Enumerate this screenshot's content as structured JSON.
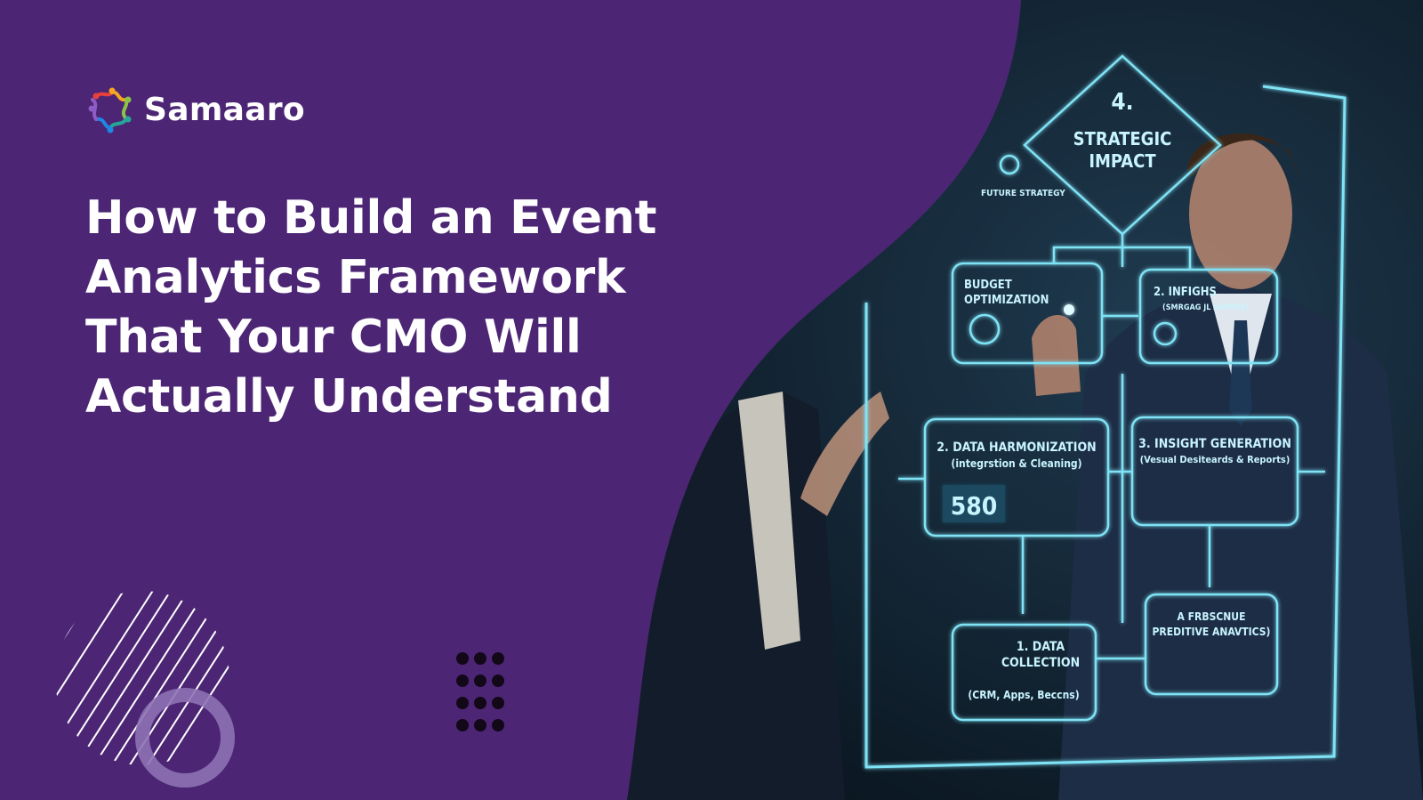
{
  "brand": {
    "name": "Samaaro",
    "logo_colors": [
      "#e8413c",
      "#f5a623",
      "#8bc34a",
      "#26a69a",
      "#1e88e5",
      "#8e5cc4"
    ]
  },
  "headline": {
    "lines": [
      "How to Build an Event",
      "Analytics Framework",
      "That Your CMO Will",
      "Actually Understand"
    ]
  },
  "colors": {
    "background": "#4c2674",
    "hologram": "#7fe3f5",
    "photo_dark": "#0d1a26"
  },
  "hologram": {
    "top": {
      "step": "4.",
      "line1": "STRATEGIC",
      "line2": "IMPACT",
      "left_label": "FUTURE STRATEGY"
    },
    "boxes": [
      {
        "title1": "BUDGET",
        "title2": "OPTIMIZATION"
      },
      {
        "title1": "2. INFIGHS",
        "title2": "(SMRGAG JL AARTKS)"
      },
      {
        "title1": "2. DATA HARMONIZATION",
        "title2": "(integrstion & Cleaning)",
        "metric": "580"
      },
      {
        "title1": "3. INSIGHT GENERATION",
        "title2": "(Vesual Desiteards & Reports)"
      },
      {
        "title1": "1. DATA",
        "title2": "COLLECTION",
        "title3": "(CRM, Apps, Beccns)"
      },
      {
        "title1": "A FRBSCNUE",
        "title2": "PREDITIVE ANAVTICS)"
      }
    ]
  }
}
